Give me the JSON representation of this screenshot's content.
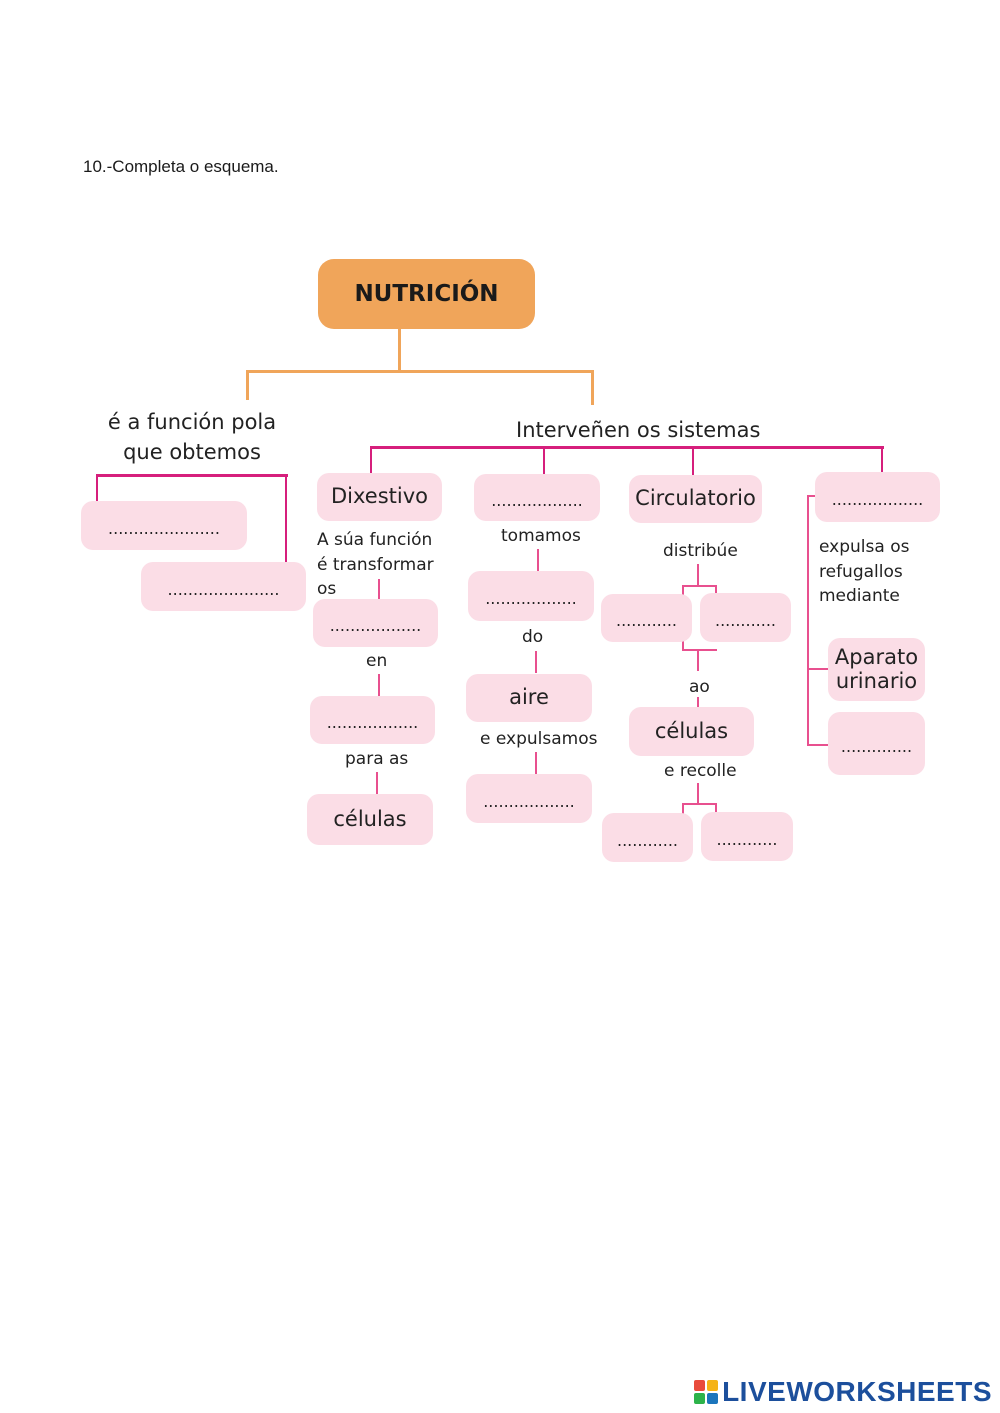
{
  "instruction": "10.-Completa o esquema.",
  "diagram": {
    "title": "NUTRICIÓN",
    "left_branch": {
      "label": "é a función pola que obtemos",
      "blank1": "......................",
      "blank2": "......................"
    },
    "right_header": "Interveñen os sistemas",
    "col_dixestivo": {
      "title": "Dixestivo",
      "desc": "A súa función é transformar os",
      "blank1": "..................",
      "connector_en": "en",
      "blank2": "..................",
      "connector_para": "para as",
      "end": "células"
    },
    "col_respiratorio": {
      "blank_title": "..................",
      "connector_tomamos": "tomamos",
      "blank1": "..................",
      "connector_do": "do",
      "aire": "aire",
      "connector_expulsamos": "e expulsamos",
      "blank2": ".................."
    },
    "col_circulatorio": {
      "title": "Circulatorio",
      "connector_distribue": "distribúe",
      "blank1": "............",
      "blank2": "............",
      "connector_ao": "ao",
      "celulas": "células",
      "connector_recolle": "e recolle",
      "blank3": "............",
      "blank4": "............"
    },
    "col_excretor": {
      "blank_title": "..................",
      "desc": "expulsa os refugallos mediante",
      "aparato": "Aparato urinario",
      "blank1": ".............."
    }
  },
  "logo": {
    "text": "LIVEWORKSHEETS",
    "colors": [
      "#e94b3c",
      "#f5b316",
      "#2db34a",
      "#1c75bc"
    ]
  }
}
